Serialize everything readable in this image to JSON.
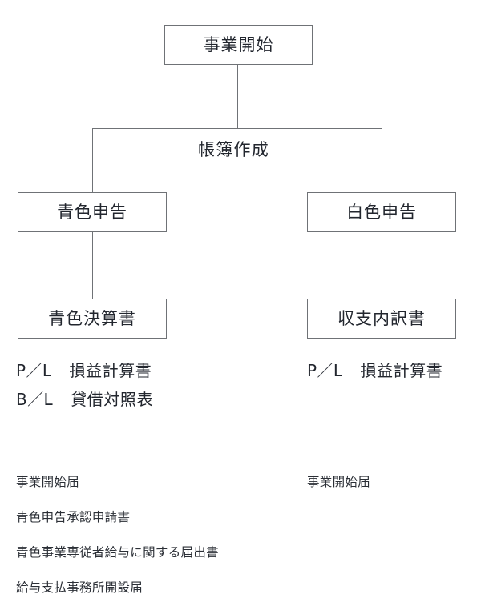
{
  "diagram": {
    "title_node": {
      "label": "事業開始"
    },
    "branch_caption": {
      "label": "帳簿作成"
    },
    "branches": [
      {
        "side": "left",
        "method_node": {
          "label": "青色申告"
        },
        "result_node": {
          "label": "青色決算書"
        },
        "statements": [
          {
            "code": "P／L",
            "name": "損益計算書"
          },
          {
            "code": "B／L",
            "name": "貸借対照表"
          }
        ],
        "forms": [
          "事業開始届",
          "青色申告承認申請書",
          "青色事業専従者給与に関する届出書",
          "給与支払事務所開設届"
        ]
      },
      {
        "side": "right",
        "method_node": {
          "label": "白色申告"
        },
        "result_node": {
          "label": "収支内訳書"
        },
        "statements": [
          {
            "code": "P／L",
            "name": "損益計算書"
          }
        ],
        "forms": [
          "事業開始届"
        ]
      }
    ]
  },
  "colors": {
    "stroke": "#6f7276",
    "text": "#22262e",
    "background": "#ffffff"
  }
}
